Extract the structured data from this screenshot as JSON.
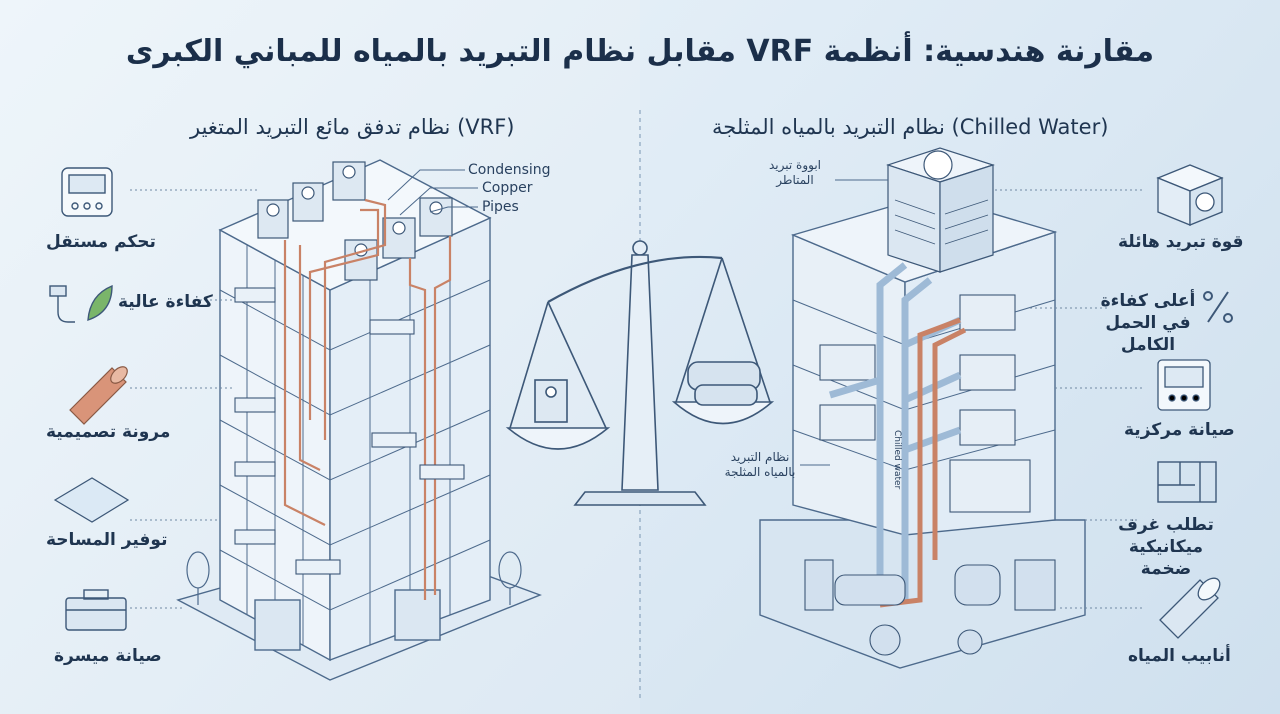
{
  "title": "مقارنة هندسية: أنظمة VRF مقابل نظام التبريد بالمياه للمباني الكبرى",
  "vrf": {
    "heading": "نظام تدفق مائع التبريد المتغير (VRF)",
    "callouts": [
      "Condensing",
      "Copper",
      "Pipes"
    ],
    "features": [
      "تحكم مستقل",
      "كفاءة عالية",
      "مرونة تصميمية",
      "توفير المساحة",
      "صيانة ميسرة"
    ]
  },
  "chilled": {
    "heading": "نظام التبريد بالمياه المثلجة (Chilled Water)",
    "tower_label": "ابووة تبريد المتاطر",
    "system_label": "نظام التبريد بالمياه المثلجة",
    "pipe_label": "Chilled water",
    "features": [
      "قوة تبريد هائلة",
      "أعلى كفاءة في الحمل الكامل",
      "صيانة مركزية",
      "تطلب غرف ميكانيكية ضخمة",
      "أنابيب المياه"
    ]
  },
  "colors": {
    "accent": "#1b2f4a",
    "line": "#5e7896",
    "copper": "#c98266",
    "pipe": "#9ebad6",
    "bg_left": "#e8f1f8",
    "bg_right": "#d9e7f2"
  }
}
